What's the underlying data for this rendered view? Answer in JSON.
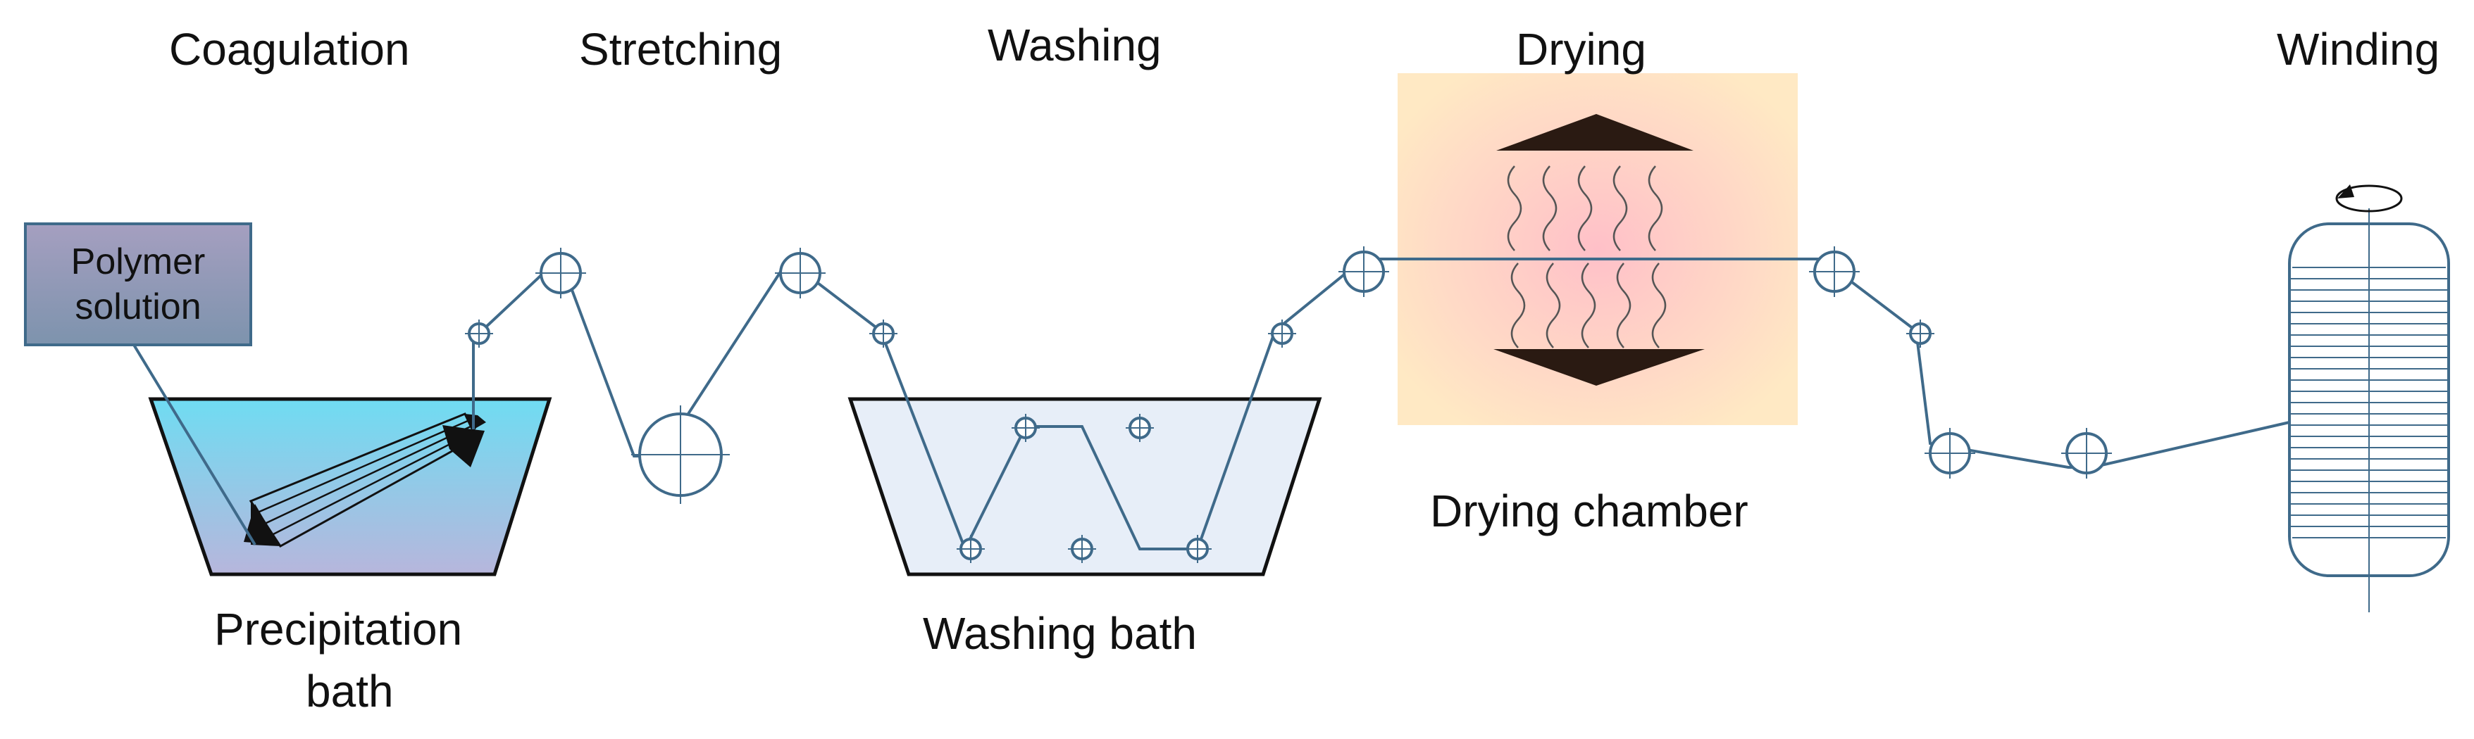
{
  "stages": {
    "coagulation": "Coagulation",
    "stretching": "Stretching",
    "washing": "Washing",
    "drying": "Drying",
    "winding": "Winding"
  },
  "polymer_solution": {
    "line1": "Polymer",
    "line2": "solution"
  },
  "precipitation_bath": {
    "line1": "Precipitation",
    "line2": "bath"
  },
  "washing_bath": "Washing bath",
  "drying_chamber": "Drying chamber",
  "colors": {
    "line": "#3f6a8a",
    "polymer_box": "#8f97b7",
    "bath_gradient_top": "#6fdcf2",
    "bath_gradient_bottom": "#b7b6dc",
    "washing_bath_fill": "#e7eef8",
    "chamber_center": "#ffc4c8",
    "chamber_edge": "#ffe8c4",
    "heater": "#2a1a12"
  }
}
